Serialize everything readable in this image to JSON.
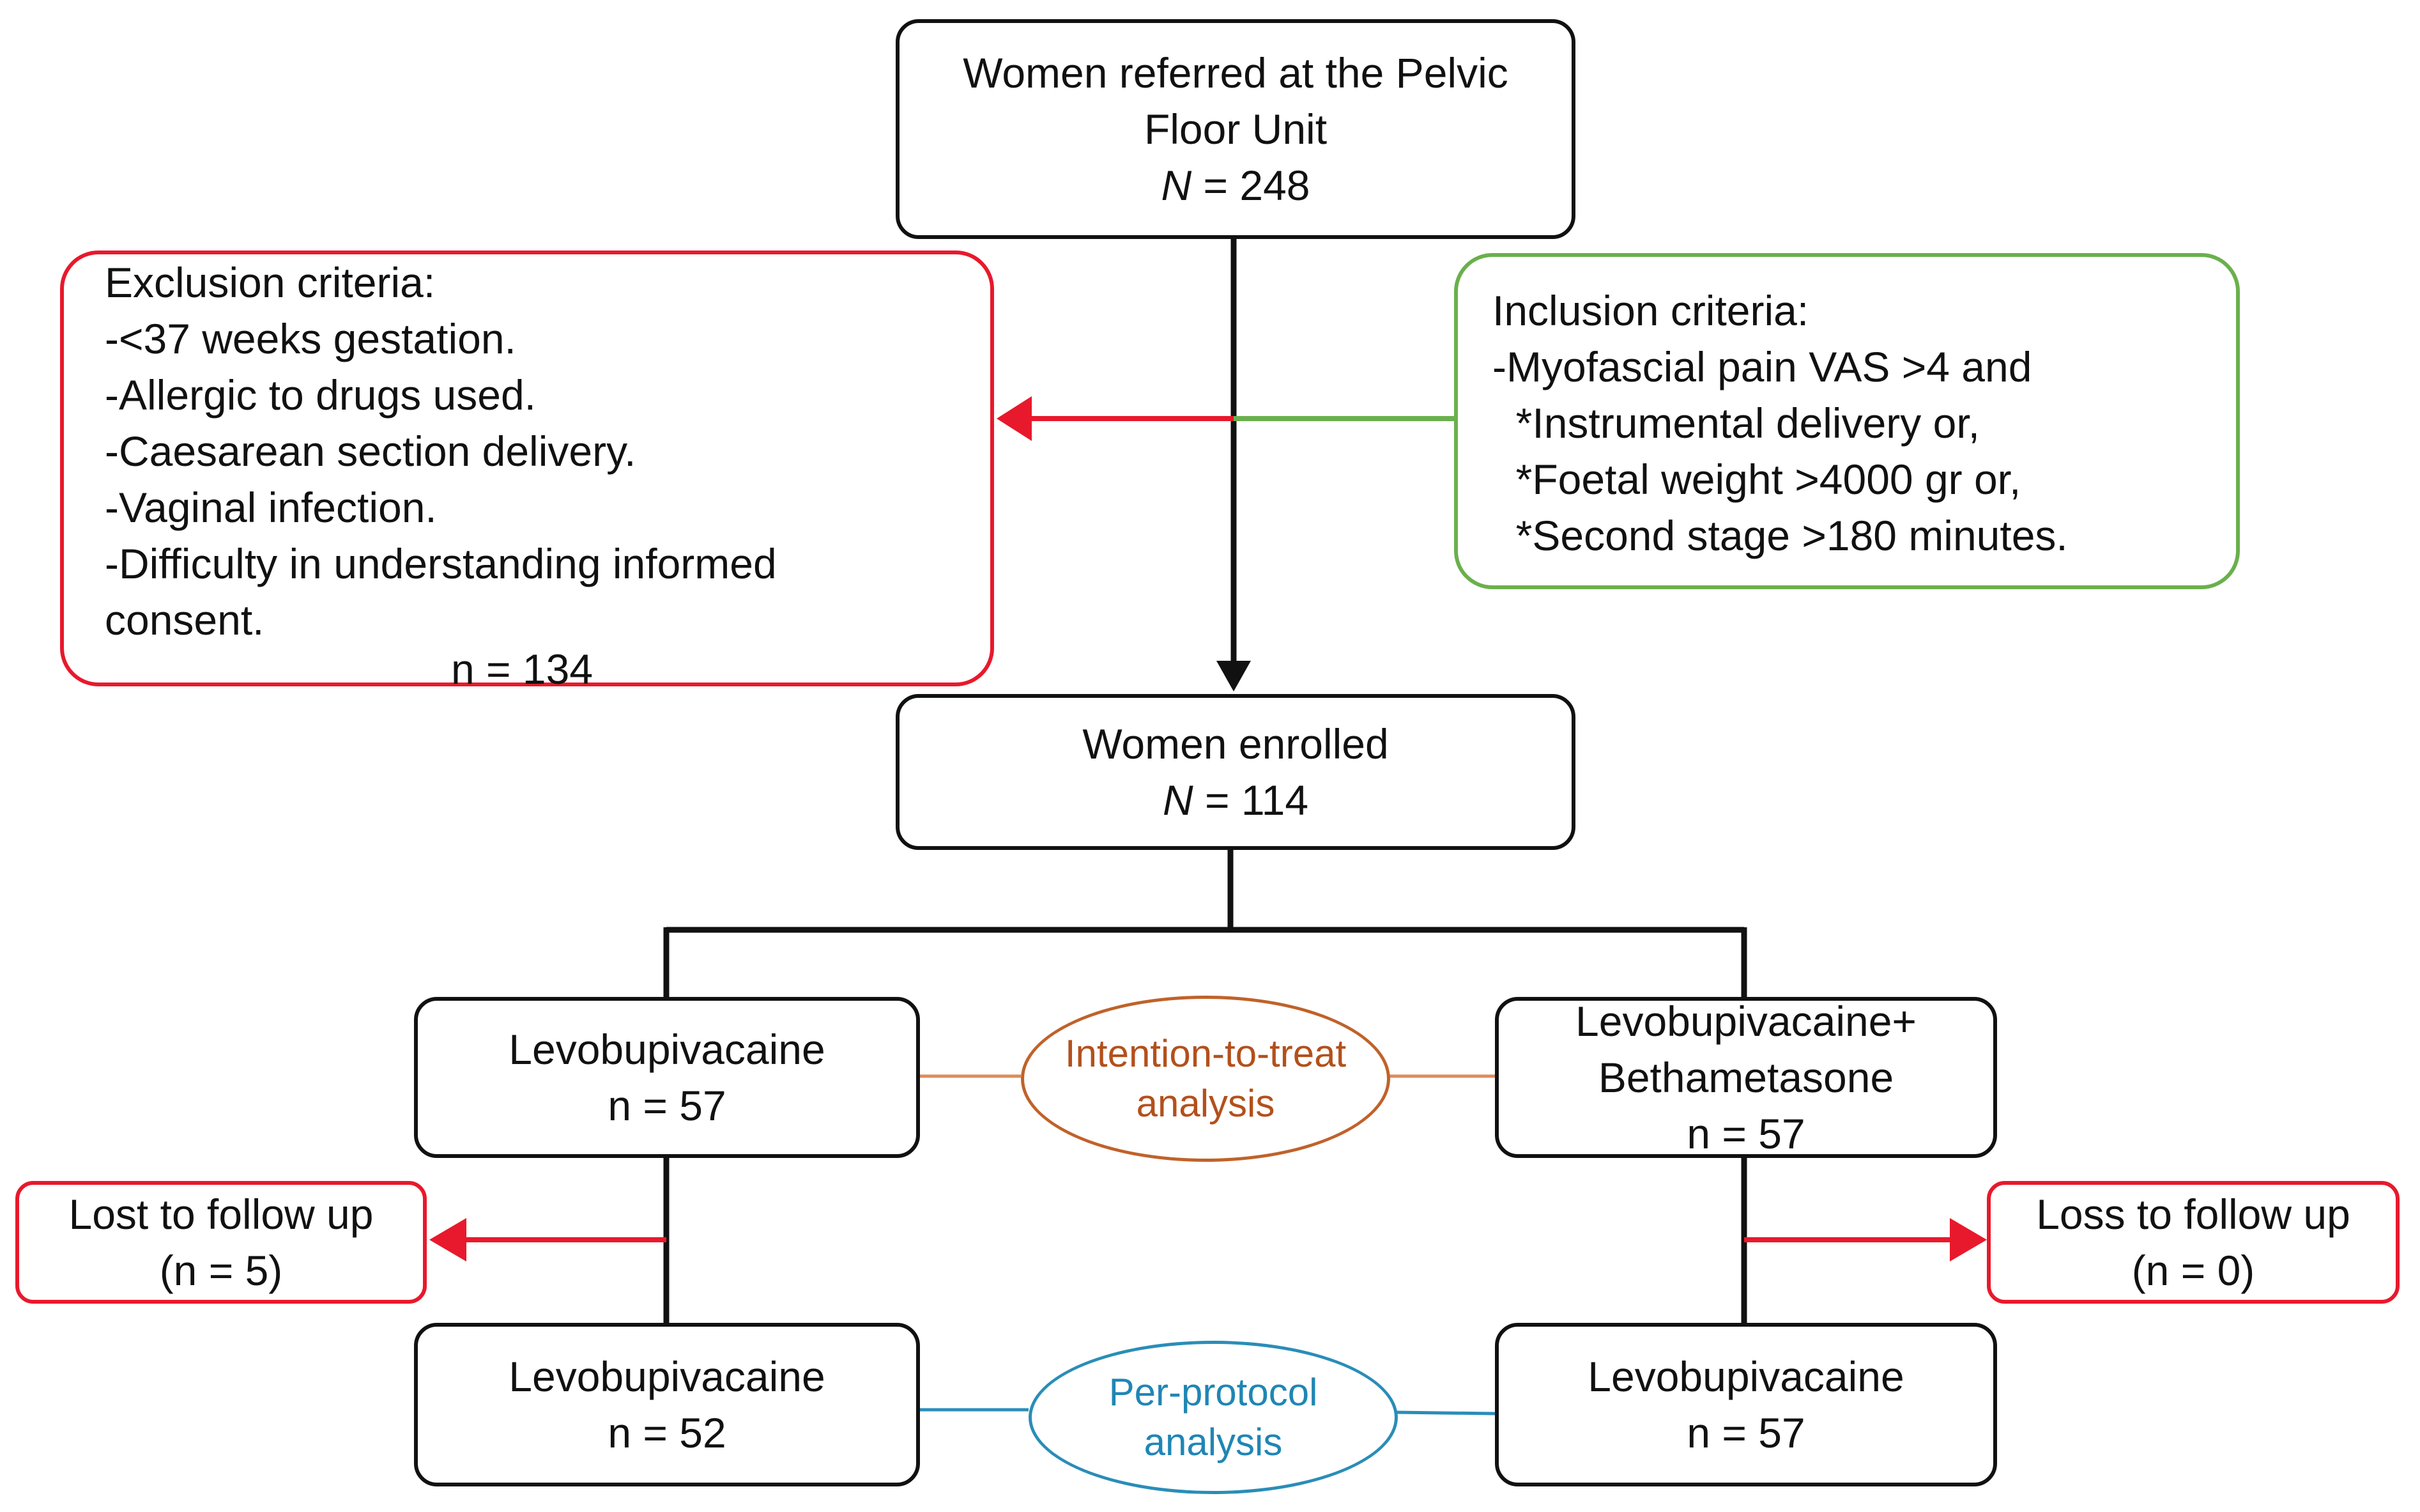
{
  "colors": {
    "box_border": "#111111",
    "exclusion_border": "#e8192c",
    "inclusion_border": "#6ab04c",
    "itt_ellipse": "#c0622a",
    "pp_ellipse": "#2a8db8",
    "arrow_red": "#e8192c",
    "connector_green": "#6ab04c"
  },
  "referred": {
    "line1": "Women referred at the Pelvic",
    "line2": "Floor Unit",
    "n_label": "N",
    "n_value": " = 248"
  },
  "exclusion": {
    "title": "Exclusion criteria:",
    "items": [
      "-<37 weeks gestation.",
      "-Allergic to drugs used.",
      "-Caesarean section delivery.",
      "-Vaginal infection.",
      "-Difficulty in understanding informed",
      "consent."
    ],
    "count": "n = 134"
  },
  "inclusion": {
    "title": "Inclusion criteria:",
    "items": [
      "-Myofascial pain VAS >4 and",
      "  *Instrumental delivery or,",
      "  *Foetal weight >4000 gr or,",
      "  *Second stage >180 minutes."
    ]
  },
  "enrolled": {
    "line1": "Women enrolled",
    "n_label": "N",
    "n_value": " = 114"
  },
  "arm_left": {
    "name": "Levobupivacaine",
    "count": "n = 57"
  },
  "arm_right": {
    "name_line1": "Levobupivacaine+",
    "name_line2": "Bethametasone",
    "count": "n = 57"
  },
  "itt": {
    "line1": "Intention-to-treat",
    "line2": "analysis"
  },
  "lost_left": {
    "line1": "Lost to follow up",
    "line2": "(n = 5)"
  },
  "lost_right": {
    "line1": "Loss to follow up",
    "line2": "(n = 0)"
  },
  "final_left": {
    "name": "Levobupivacaine",
    "count": "n = 52"
  },
  "final_right": {
    "name": "Levobupivacaine",
    "count": "n = 57"
  },
  "pp": {
    "line1": "Per-protocol",
    "line2": "analysis"
  }
}
